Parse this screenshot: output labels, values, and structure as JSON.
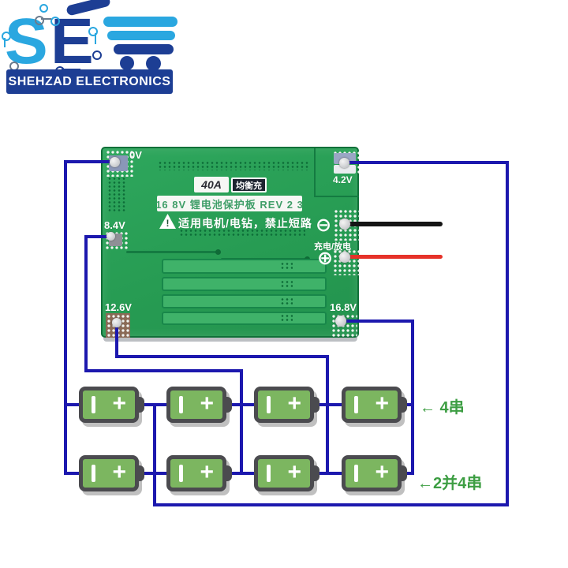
{
  "brand": {
    "logo_letter_s": "S",
    "logo_letter_e": "E",
    "banner_text": "SHEHZAD ELECTRONICS",
    "light_blue": "#2aa7e0",
    "navy": "#1d3e94"
  },
  "pcb": {
    "current_rating": "40A",
    "balance_tag": "均衡充",
    "spec_line": "16 8V 锂电池保护板 REV 2 3",
    "warning_mark": "!",
    "warning_text": "适用电机/电钻，禁止短路",
    "charge_discharge_label": "充电/放电",
    "minus_symbol": "⊖",
    "plus_symbol": "⊕",
    "balance_labels": {
      "b0": "0V",
      "b1": "4.2V",
      "b2": "8.4V",
      "b3": "12.6V",
      "b4": "16.8V"
    }
  },
  "diagram": {
    "plus_mark": "+",
    "series_label": "← 4串",
    "parallel_series_label": "←2并4串",
    "wire_color": "#1c18ae",
    "charge_wire_black": "#151515",
    "discharge_wire_red": "#e63229",
    "battery_color": "#7cb660",
    "pack_label_color": "#3d9e43"
  }
}
